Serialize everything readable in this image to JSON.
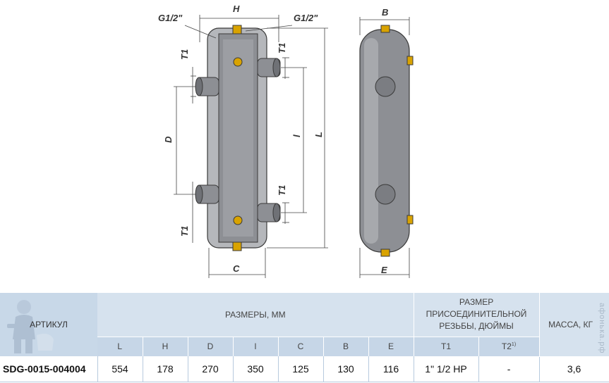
{
  "drawing": {
    "labels": {
      "g_left": "G1/2\"",
      "h": "H",
      "g_right": "G1/2\"",
      "t1_top_left": "T1",
      "t1_top_right": "T1",
      "d": "D",
      "l_small": "l",
      "l_big": "L",
      "t1_bottom_right": "T1",
      "t1_bottom_left": "T1",
      "c": "C",
      "b": "B",
      "e": "E"
    },
    "colors": {
      "body": "#8d8f94",
      "shell": "#b5b7bb",
      "port": "#d9a300",
      "outline": "#3a3a3a"
    }
  },
  "table": {
    "article_header": "АРТИКУЛ",
    "dims_header": "РАЗМЕРЫ, ММ",
    "thread_header": "РАЗМЕР ПРИСОЕДИНИТЕЛЬНОЙ РЕЗЬБЫ, ДЮЙМЫ",
    "mass_header": "МАССА, КГ",
    "columns": [
      "L",
      "H",
      "D",
      "l",
      "C",
      "B",
      "E",
      "T1",
      "T2"
    ],
    "t2_sup": "1)",
    "row": {
      "sku": "SDG-0015-004004",
      "values": [
        "554",
        "178",
        "270",
        "350",
        "125",
        "130",
        "116",
        "1\" 1/2 НР",
        "-",
        "3,6"
      ]
    }
  },
  "watermark": "афонька.рф",
  "mascot_icon": "plumber-mascot-icon"
}
